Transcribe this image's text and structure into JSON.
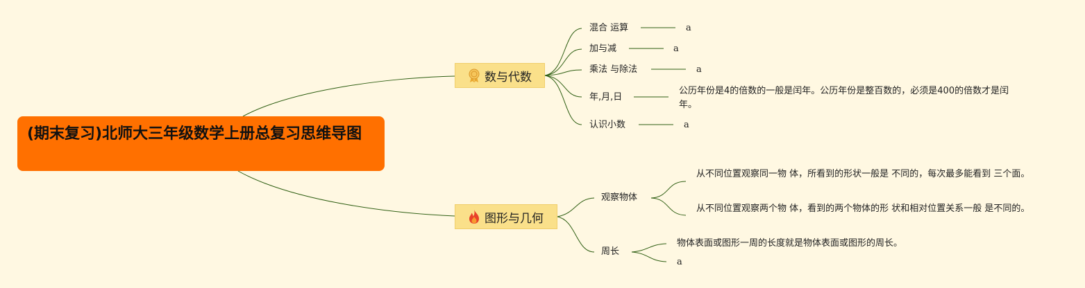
{
  "root": {
    "title": "(期末复习)北师大三年级数学上册总复习思维导图"
  },
  "branches": [
    {
      "label": "数与代数",
      "icon": "award-ribbon-icon",
      "children": [
        {
          "label": "混合 运算",
          "leaves": [
            "a"
          ]
        },
        {
          "label": "加与减",
          "leaves": [
            "a"
          ]
        },
        {
          "label": "乘法 与除法",
          "leaves": [
            "a"
          ]
        },
        {
          "label": "年,月,日",
          "leaves": [
            "公历年份是4的倍数的一般是闰年。公历年份是整百数的，必须是400的倍数才是闰年。"
          ]
        },
        {
          "label": "认识小数",
          "leaves": [
            "a"
          ]
        }
      ]
    },
    {
      "label": "图形与几何",
      "icon": "fire-icon",
      "children": [
        {
          "label": "观察物体",
          "leaves": [
            "从不同位置观察同一物 体，所看到的形状一般是 不同的，每次最多能看到 三个面。",
            "从不同位置观察两个物 体，看到的两个物体的形 状和相对位置关系一般 是不同的。"
          ]
        },
        {
          "label": "周长",
          "leaves": [
            "物体表面或图形一周的长度就是物体表面或图形的周长。",
            "a"
          ]
        }
      ]
    }
  ],
  "colors": {
    "background": "#FFF8E2",
    "root_fill": "#FF7000",
    "branch_fill": "#FAE08A",
    "connector": "#2E5E12"
  }
}
